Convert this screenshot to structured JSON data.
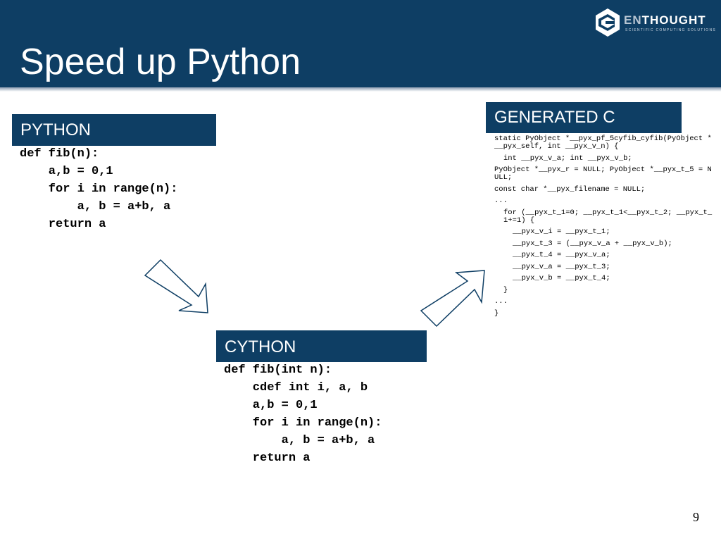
{
  "slide": {
    "title": "Speed up Python",
    "page_number": "9"
  },
  "logo": {
    "brand_prefix": "EN",
    "brand_rest": "THOUGHT",
    "tagline": "SCIENTIFIC COMPUTING SOLUTIONS",
    "icon": "enthought-hexagon-icon"
  },
  "python_panel": {
    "label": "PYTHON",
    "code": "def fib(n):\n    a,b = 0,1\n    for i in range(n):\n        a, b = a+b, a\n    return a"
  },
  "cython_panel": {
    "label": "CYTHON",
    "code": "def fib(int n):\n    cdef int i, a, b\n    a,b = 0,1\n    for i in range(n):\n        a, b = a+b, a\n    return a"
  },
  "generated_panel": {
    "label": "GENERATED C",
    "lines": [
      "static PyObject *__pyx_pf_5cyfib_cyfib(PyObject *__pyx_self, int __pyx_v_n) {",
      "int __pyx_v_a; int __pyx_v_b;",
      "PyObject *__pyx_r = NULL; PyObject *__pyx_t_5 = NULL;",
      "const char *__pyx_filename = NULL;",
      "...",
      "for (__pyx_t_1=0; __pyx_t_1<__pyx_t_2; __pyx_t_1+=1) {",
      "__pyx_v_i = __pyx_t_1;",
      "__pyx_t_3 = (__pyx_v_a + __pyx_v_b);",
      "__pyx_t_4 = __pyx_v_a;",
      "__pyx_v_a = __pyx_t_3;",
      "__pyx_v_b = __pyx_t_4;",
      "}",
      "...",
      "}"
    ]
  },
  "arrows": {
    "icon": "outline-arrow-icon",
    "fill": "#ffffff",
    "stroke": "#0e3e64"
  },
  "colors": {
    "header": "#0e3e64",
    "label_bg": "#0e3e64",
    "text": "#000000"
  }
}
